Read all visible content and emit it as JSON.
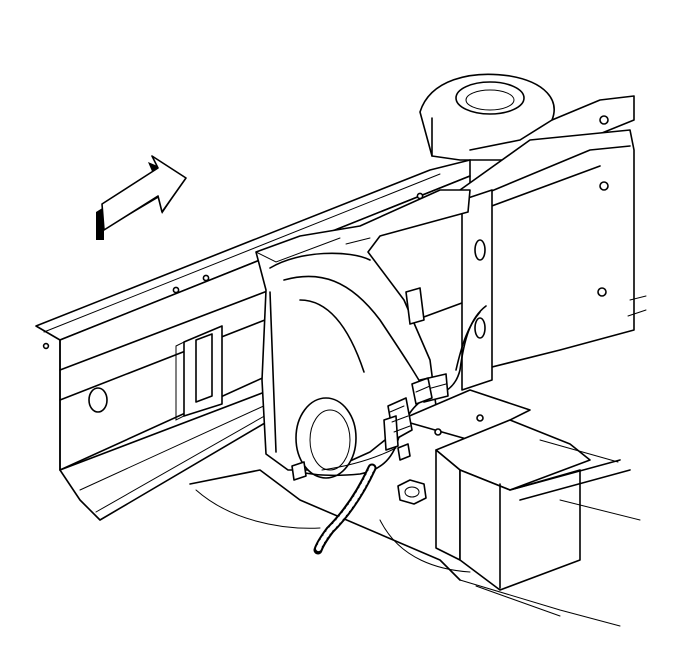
{
  "figure": {
    "direction_arrow": {
      "icon": "forward-direction-arrow-icon"
    },
    "parts": [
      "frame-rail",
      "crossmember",
      "mounting-bracket",
      "wiring-harness",
      "harness-connector",
      "retaining-bolt",
      "shock-tower"
    ]
  }
}
